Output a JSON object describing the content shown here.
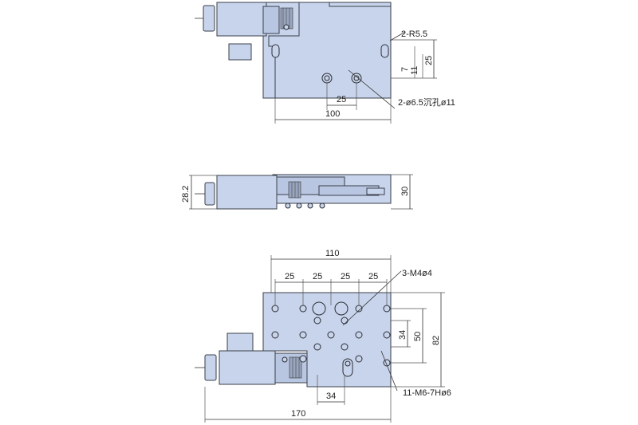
{
  "top_view": {
    "dim_radius": "2-R5.5",
    "dim_7": "7",
    "dim_11": "11",
    "dim_25_v": "25",
    "dim_25_h": "25",
    "dim_100": "100",
    "dim_hole": "2-ø6.5沉孔ø11"
  },
  "side_view": {
    "dim_28_2": "28.2",
    "dim_30": "30"
  },
  "bottom_view": {
    "dim_110": "110",
    "dim_25_a": "25",
    "dim_25_b": "25",
    "dim_25_c": "25",
    "dim_25_d": "25",
    "dim_m4": "3-M4ø4",
    "dim_34_v": "34",
    "dim_50": "50",
    "dim_82": "82",
    "dim_m6": "11-M6-7Hø6",
    "dim_34_h": "34",
    "dim_170": "170"
  }
}
